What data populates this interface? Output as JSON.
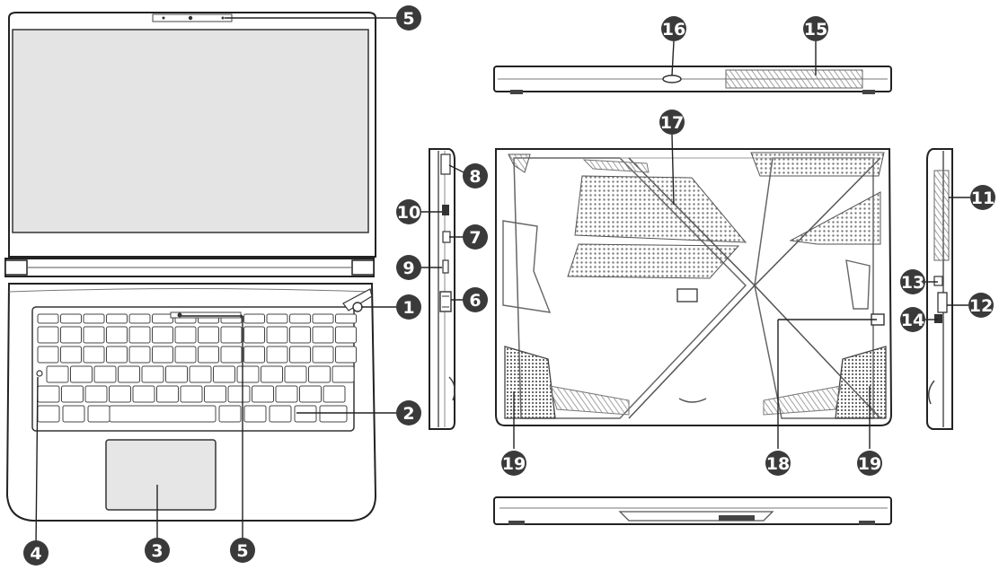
{
  "colors": {
    "callout_fill": "#3a3a3a",
    "callout_text": "#ffffff",
    "line": "#222222",
    "screen": "#e4e4e4",
    "body": "#ffffff",
    "hatch": "#8a8a8a"
  },
  "callouts": [
    {
      "id": "c5-top",
      "label": "5",
      "target": "webcam"
    },
    {
      "id": "c1",
      "label": "1",
      "target": "power-button"
    },
    {
      "id": "c2",
      "label": "2",
      "target": "keyboard"
    },
    {
      "id": "c3",
      "label": "3",
      "target": "touchpad"
    },
    {
      "id": "c4",
      "label": "4",
      "target": "status-indicator"
    },
    {
      "id": "c5-bottom",
      "label": "5",
      "target": "microphone"
    },
    {
      "id": "c8",
      "label": "8",
      "target": "left-port"
    },
    {
      "id": "c10",
      "label": "10",
      "target": "left-port"
    },
    {
      "id": "c7",
      "label": "7",
      "target": "left-port"
    },
    {
      "id": "c9",
      "label": "9",
      "target": "left-port"
    },
    {
      "id": "c6",
      "label": "6",
      "target": "left-port"
    },
    {
      "id": "c16",
      "label": "16",
      "target": "rear-port"
    },
    {
      "id": "c15",
      "label": "15",
      "target": "rear-vent"
    },
    {
      "id": "c17",
      "label": "17",
      "target": "bottom-vent"
    },
    {
      "id": "c18",
      "label": "18",
      "target": "bottom-screw"
    },
    {
      "id": "c19-left",
      "label": "19",
      "target": "speaker"
    },
    {
      "id": "c19-right",
      "label": "19",
      "target": "speaker"
    },
    {
      "id": "c11",
      "label": "11",
      "target": "right-vent"
    },
    {
      "id": "c13",
      "label": "13",
      "target": "right-port"
    },
    {
      "id": "c12",
      "label": "12",
      "target": "right-port"
    },
    {
      "id": "c14",
      "label": "14",
      "target": "right-port"
    }
  ]
}
